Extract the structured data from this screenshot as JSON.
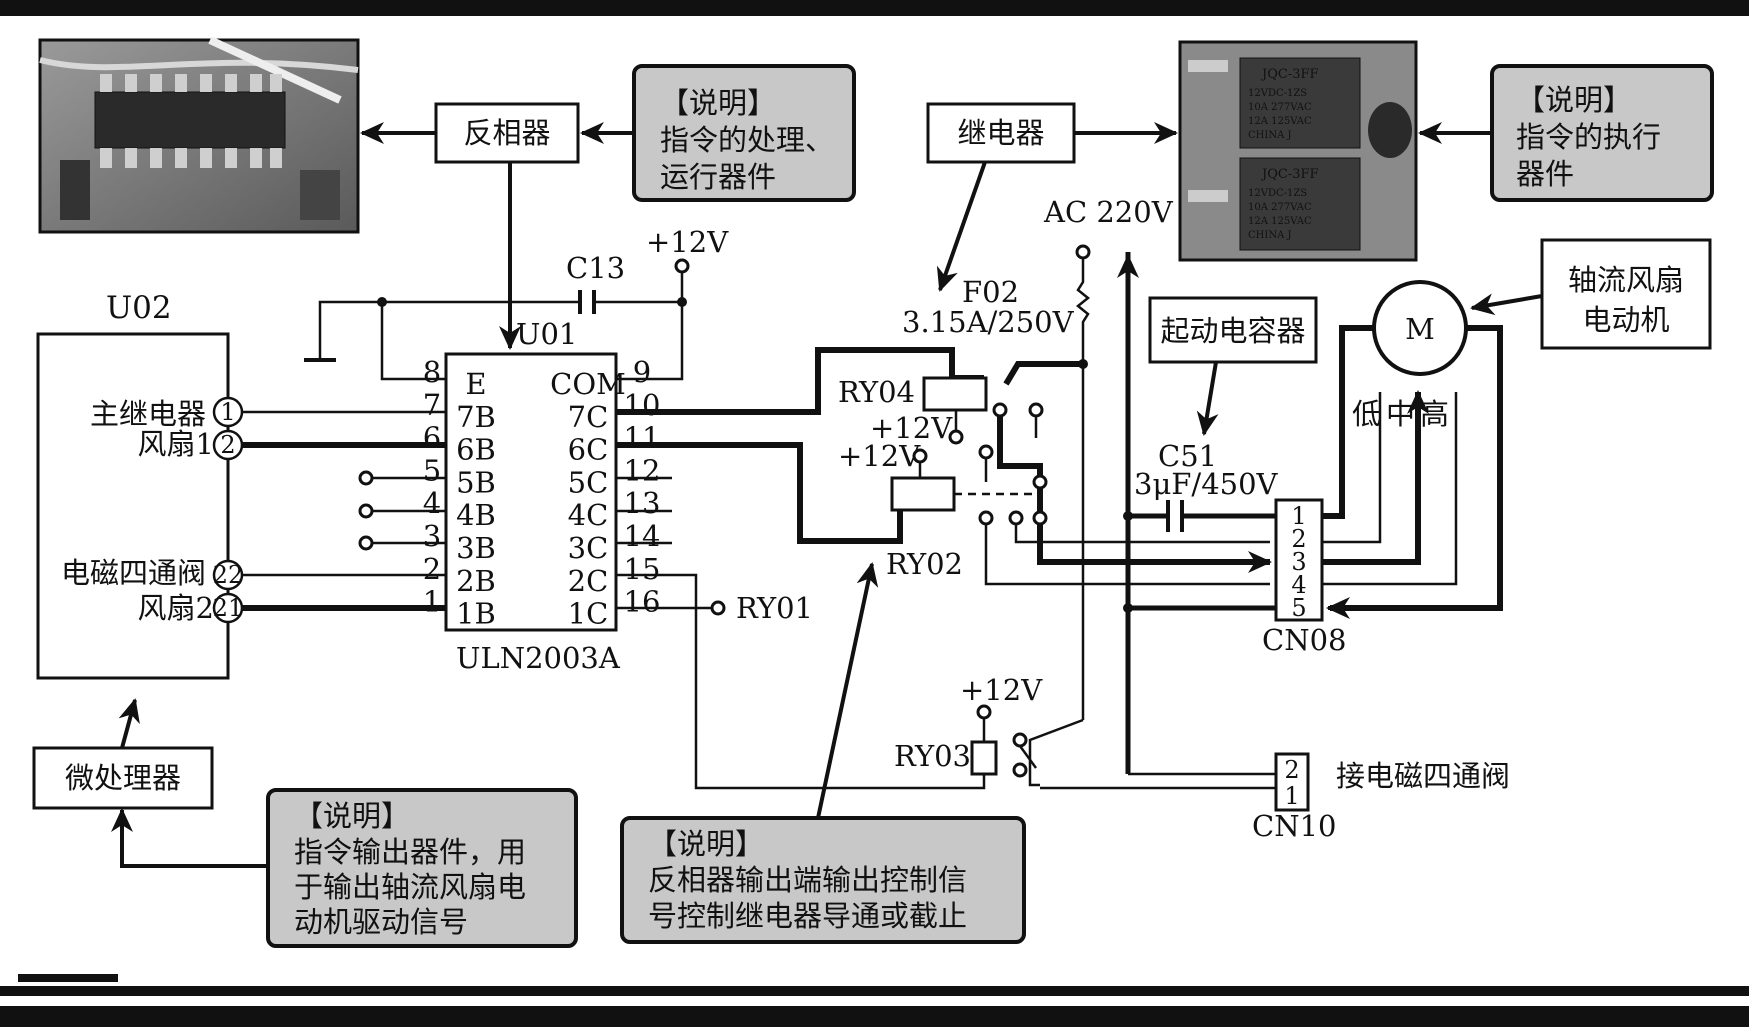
{
  "photos": {
    "inverter_photo": "inverter-chip-photo",
    "relay_photo": "relay-board-photo",
    "relay_a": {
      "brand": "JQC-3FF",
      "rating1": "12VDC-1ZS",
      "rating2": "10A 277VAC",
      "rating3": "12A 125VAC",
      "origin": "CHINA J"
    },
    "relay_b": {
      "brand": "JQC-3FF",
      "rating1": "12VDC-1ZS",
      "rating2": "10A 277VAC",
      "rating3": "12A 125VAC",
      "origin": "CHINA J"
    }
  },
  "boxes": {
    "inverter": "反相器",
    "relay": "继电器",
    "start_cap": "起动电容器",
    "fan_motor_l1": "轴流风扇",
    "fan_motor_l2": "电动机",
    "micro": "微处理器"
  },
  "notes": {
    "n1": {
      "title": "【说明】",
      "lines": [
        "指令的处理、",
        "运行器件"
      ]
    },
    "n2": {
      "title": "【说明】",
      "lines": [
        "指令的执行",
        "器件"
      ]
    },
    "n3": {
      "title": "【说明】",
      "lines": [
        "指令输出器件，用",
        "于输出轴流风扇电",
        "动机驱动信号"
      ]
    },
    "n4": {
      "title": "【说明】",
      "lines": [
        "反相器输出端输出控制信",
        "号控制继电器导通或截止"
      ]
    }
  },
  "u02": {
    "name": "U02",
    "pins": [
      {
        "label": "主继电器",
        "num": "1"
      },
      {
        "label": "风扇1",
        "num": "2"
      },
      {
        "label": "电磁四通阀",
        "num": "22"
      },
      {
        "label": "风扇2",
        "num": "21"
      }
    ]
  },
  "u01": {
    "name": "U01",
    "part": "ULN2003A",
    "left_pins": [
      {
        "num": "8",
        "name": "E"
      },
      {
        "num": "7",
        "name": "7B"
      },
      {
        "num": "6",
        "name": "6B"
      },
      {
        "num": "5",
        "name": "5B"
      },
      {
        "num": "4",
        "name": "4B"
      },
      {
        "num": "3",
        "name": "3B"
      },
      {
        "num": "2",
        "name": "2B"
      },
      {
        "num": "1",
        "name": "1B"
      }
    ],
    "right_pins": [
      {
        "num": "9",
        "name": "COM"
      },
      {
        "num": "10",
        "name": "7C"
      },
      {
        "num": "11",
        "name": "6C"
      },
      {
        "num": "12",
        "name": "5C"
      },
      {
        "num": "13",
        "name": "4C"
      },
      {
        "num": "14",
        "name": "3C"
      },
      {
        "num": "15",
        "name": "2C"
      },
      {
        "num": "16",
        "name": "1C"
      }
    ]
  },
  "components": {
    "c13": "C13",
    "vcc_top": "+12V",
    "ac": "AC 220V",
    "f02_name": "F02",
    "f02_rating": "3.15A/250V",
    "ry04": "RY04",
    "ry04_vcc": "+12V",
    "ry02": "RY02",
    "ry02_vcc": "+12V",
    "ry01": "RY01",
    "ry03": "RY03",
    "ry03_vcc": "+12V",
    "c51_name": "C51",
    "c51_rating": "3μF/450V",
    "motor": "M",
    "speed_low": "低",
    "speed_mid": "中",
    "speed_high": "高",
    "cn08": "CN08",
    "cn08_pins": [
      "1",
      "2",
      "3",
      "4",
      "5"
    ],
    "cn10": "CN10",
    "cn10_pins": [
      "2",
      "1"
    ],
    "cn10_label": "接电磁四通阀"
  }
}
